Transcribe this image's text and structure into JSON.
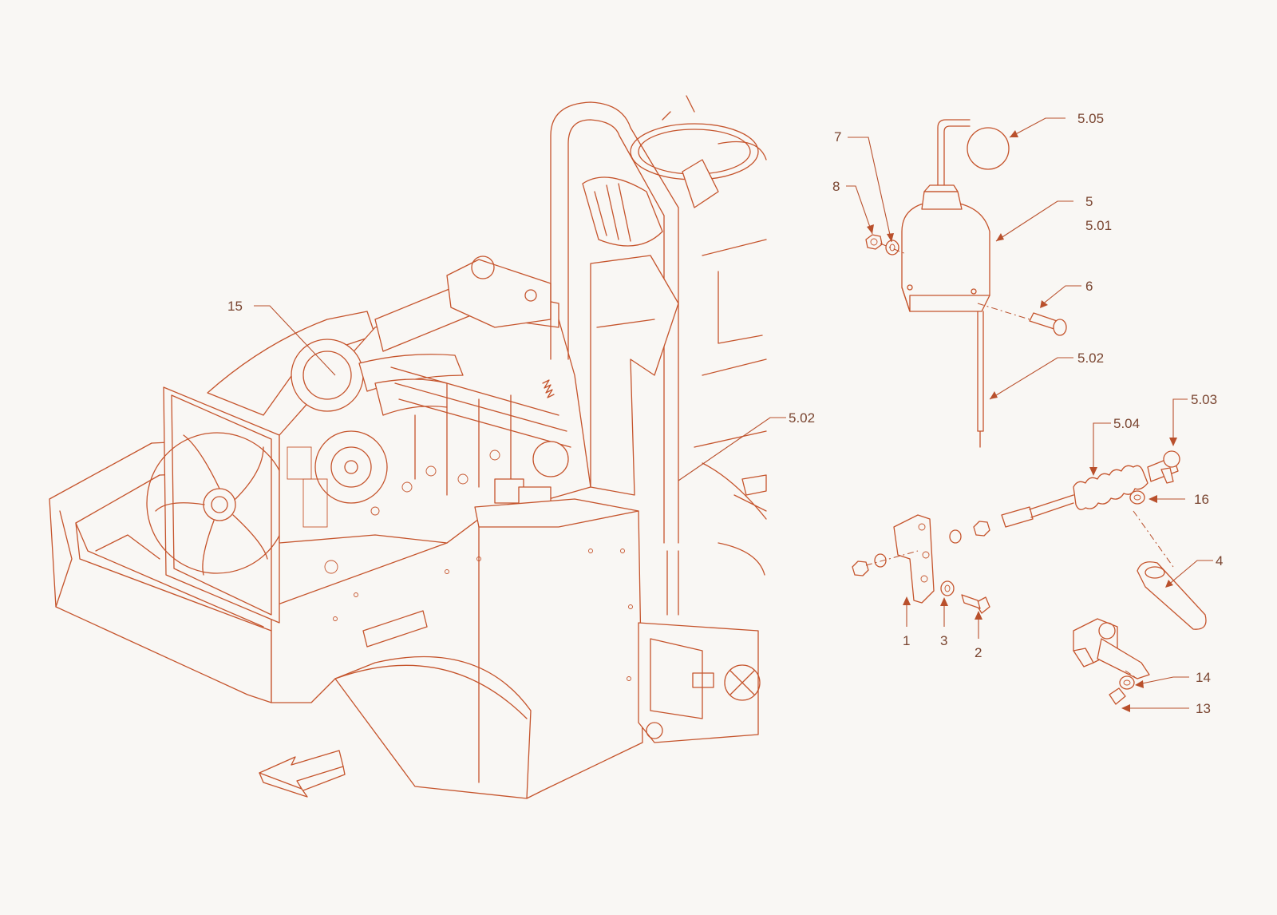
{
  "diagram": {
    "title": "",
    "line_color": "#c5542c",
    "label_color": "#7a4530",
    "background": "#f9f7f4",
    "callouts": [
      {
        "id": "c15",
        "label": "15"
      },
      {
        "id": "c502a",
        "label": "5.02"
      },
      {
        "id": "c7",
        "label": "7"
      },
      {
        "id": "c8",
        "label": "8"
      },
      {
        "id": "c505",
        "label": "5.05"
      },
      {
        "id": "c5",
        "label": "5"
      },
      {
        "id": "c501",
        "label": "5.01"
      },
      {
        "id": "c6",
        "label": "6"
      },
      {
        "id": "c502b",
        "label": "5.02"
      },
      {
        "id": "c503",
        "label": "5.03"
      },
      {
        "id": "c504",
        "label": "5.04"
      },
      {
        "id": "c16",
        "label": "16"
      },
      {
        "id": "c4",
        "label": "4"
      },
      {
        "id": "c1",
        "label": "1"
      },
      {
        "id": "c3",
        "label": "3"
      },
      {
        "id": "c2",
        "label": "2"
      },
      {
        "id": "c14",
        "label": "14"
      },
      {
        "id": "c13",
        "label": "13"
      }
    ]
  }
}
